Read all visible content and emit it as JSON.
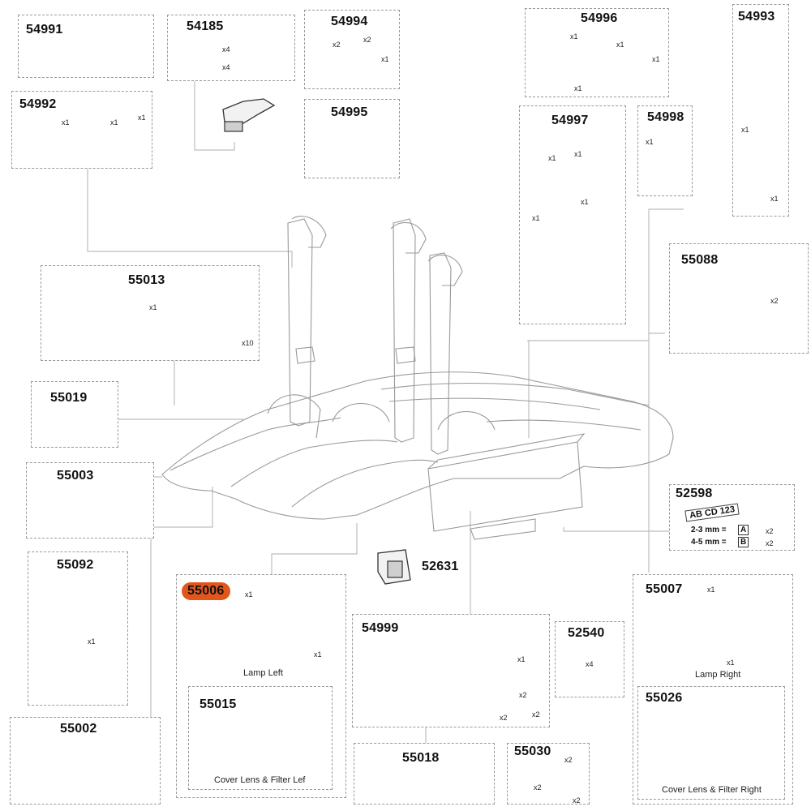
{
  "parts": {
    "p54991": {
      "number": "54991"
    },
    "p54185": {
      "number": "54185",
      "qty_a": "x4",
      "qty_b": "x4"
    },
    "p54994": {
      "number": "54994",
      "qty_a": "x2",
      "qty_b": "x2",
      "qty_c": "x1"
    },
    "p54995": {
      "number": "54995"
    },
    "p54996": {
      "number": "54996",
      "qty_a": "x1",
      "qty_b": "x1",
      "qty_c": "x1",
      "qty_d": "x1"
    },
    "p54993": {
      "number": "54993",
      "qty_a": "x1",
      "qty_b": "x1"
    },
    "p54992": {
      "number": "54992",
      "qty_a": "x1",
      "qty_b": "x1",
      "qty_c": "x1"
    },
    "p54997": {
      "number": "54997",
      "qty_a": "x1",
      "qty_b": "x1",
      "qty_c": "x1",
      "qty_d": "x1"
    },
    "p54998": {
      "number": "54998",
      "qty_a": "x1"
    },
    "p55013": {
      "number": "55013",
      "qty_a": "x1",
      "qty_b": "x10"
    },
    "p55088": {
      "number": "55088",
      "qty_a": "x2"
    },
    "p55019": {
      "number": "55019"
    },
    "p55003": {
      "number": "55003"
    },
    "p52598": {
      "number": "52598",
      "plate_text": "AB CD 123",
      "row1": "2-3 mm =",
      "row1_key": "A",
      "row1_qty": "x2",
      "row2": "4-5 mm =",
      "row2_key": "B",
      "row2_qty": "x2"
    },
    "p55092": {
      "number": "55092",
      "qty_a": "x1"
    },
    "p52631": {
      "number": "52631"
    },
    "p55006": {
      "number": "55006",
      "qty_a": "x1",
      "qty_b": "x1",
      "caption": "Lamp Left",
      "highlight_color": "#e2561c"
    },
    "p54999": {
      "number": "54999",
      "qty_a": "x1",
      "qty_b": "x2",
      "qty_c": "x2",
      "qty_d": "x2"
    },
    "p52540": {
      "number": "52540",
      "qty_a": "x4"
    },
    "p55007": {
      "number": "55007",
      "qty_a": "x1",
      "qty_b": "x1",
      "caption": "Lamp Right"
    },
    "p55015": {
      "number": "55015",
      "caption": "Cover Lens & Filter Lef"
    },
    "p55026": {
      "number": "55026",
      "caption": "Cover Lens & Filter Right"
    },
    "p55002": {
      "number": "55002"
    },
    "p55018": {
      "number": "55018"
    },
    "p55030": {
      "number": "55030",
      "qty_a": "x2",
      "qty_b": "x2",
      "qty_c": "x2"
    }
  }
}
